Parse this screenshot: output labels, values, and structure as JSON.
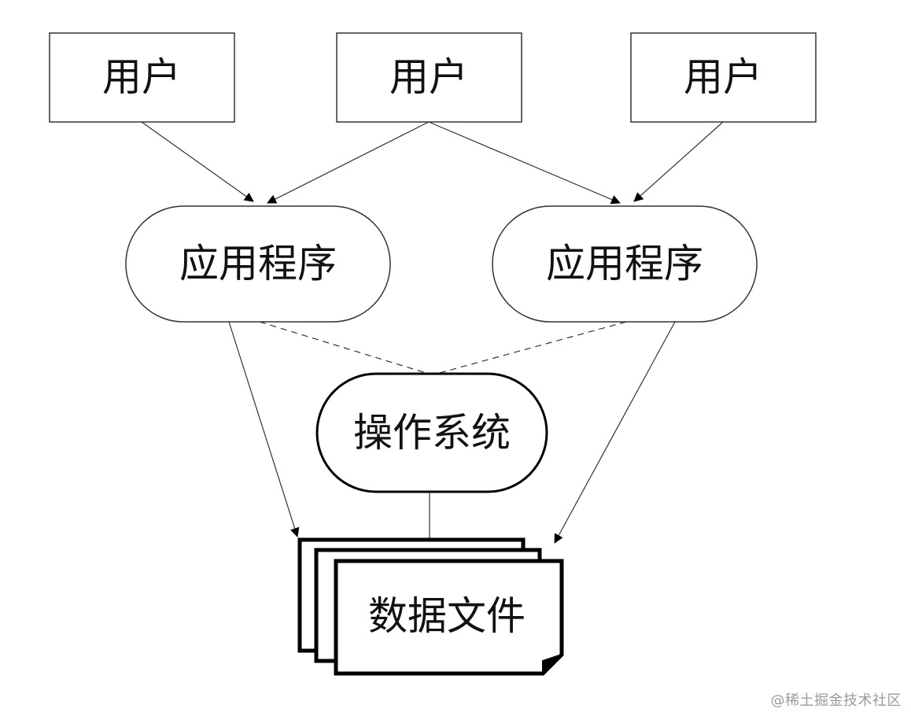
{
  "diagram": {
    "users": [
      {
        "label": "用户"
      },
      {
        "label": "用户"
      },
      {
        "label": "用户"
      }
    ],
    "applications": [
      {
        "label": "应用程序"
      },
      {
        "label": "应用程序"
      }
    ],
    "os": {
      "label": "操作系统"
    },
    "data_files": {
      "label": "数据文件"
    }
  },
  "watermark": {
    "text": "@稀土掘金技术社区"
  }
}
